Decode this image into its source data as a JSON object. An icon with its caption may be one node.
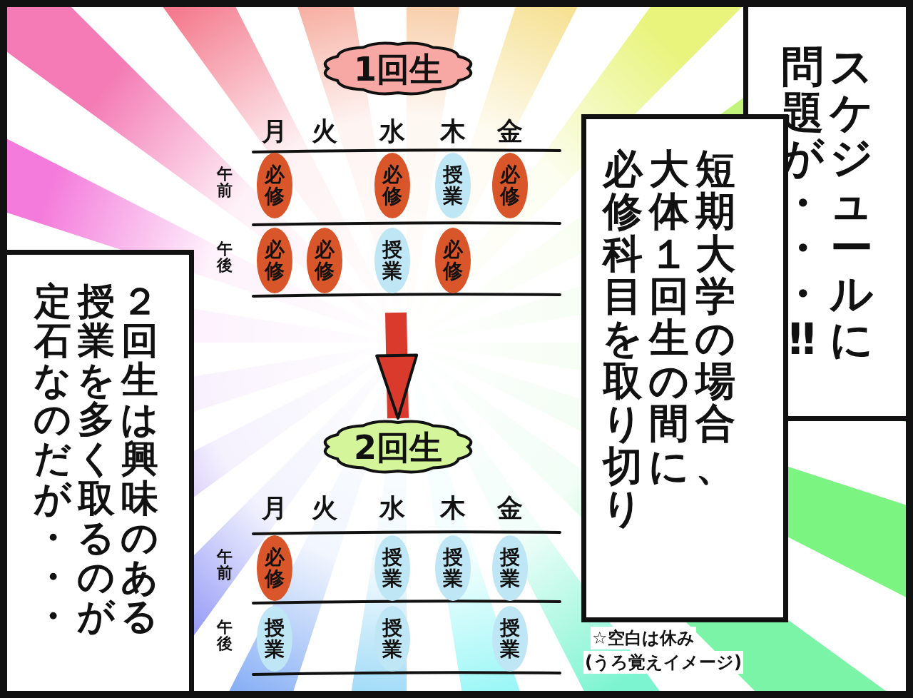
{
  "diagram": {
    "nodes": [
      {
        "text": [
          "1回生"
        ]
      },
      {
        "text": [
          "必修"
        ]
      },
      {
        "text": [
          "必修"
        ]
      },
      {
        "text": [
          "授業"
        ]
      },
      {
        "text": [
          "必修"
        ]
      },
      {
        "text": [
          "必修"
        ]
      },
      {
        "text": [
          "必修"
        ]
      },
      {
        "text": [
          "授業"
        ]
      },
      {
        "text": [
          "必修"
        ]
      },
      {
        "text": [
          "2回生"
        ]
      },
      {
        "text": [
          "必修"
        ]
      },
      {
        "text": [
          "授業"
        ]
      },
      {
        "text": [
          "授業"
        ]
      },
      {
        "text": [
          "授業"
        ]
      },
      {
        "text": [
          "授業"
        ]
      },
      {
        "text": [
          "授業"
        ]
      },
      {
        "text": [
          "授業"
        ]
      }
    ],
    "edges": [
      {
        "from": null,
        "to": 9,
        "arrow": "to",
        "color": "#d93a2b"
      }
    ],
    "labels": [
      "２回生は興味のある授業を多く取るのが定石なのだが・・・",
      "月",
      "火",
      "水",
      "木",
      "金",
      "午前",
      "午後",
      "月",
      "火",
      "水",
      "木",
      "金",
      "午前",
      "午後",
      "短期大学の場合、大体１回生の間に必修科目を取り切り",
      "スケジュールに問題が・・・‼",
      "☆空白は休み",
      "(うろ覚えイメージ)"
    ]
  }
}
